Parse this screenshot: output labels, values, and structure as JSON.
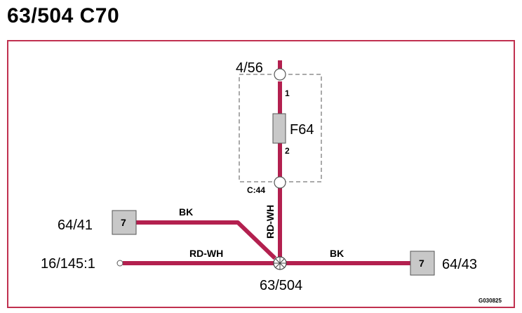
{
  "title": "63/504 C70",
  "colors": {
    "wire": "#b3204f",
    "frame": "#c0304f",
    "component": "#c8c8c8"
  },
  "diagram": {
    "top_connector": "4/56",
    "fuse": {
      "name": "F64",
      "pin_top": "1",
      "pin_bottom": "2"
    },
    "connector_c44": "C:44",
    "vertical_wire_color": "RD-WH",
    "left_component": {
      "ref": "64/41",
      "pin": "7",
      "wire_color": "BK"
    },
    "left_input": {
      "ref": "16/145:1",
      "wire_color": "RD-WH"
    },
    "right_component": {
      "ref": "64/43",
      "pin": "7",
      "wire_color": "BK"
    },
    "splice": "63/504",
    "drawing_code": "G030825"
  }
}
